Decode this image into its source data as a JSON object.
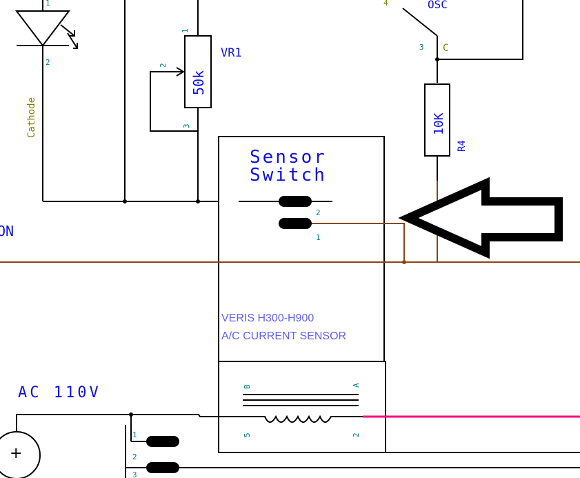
{
  "labels": {
    "pot_ref": "VR1",
    "pot_value": "50k",
    "resistor_ref": "R4",
    "resistor_value": "10K",
    "sensor_line1": "Sensor",
    "sensor_line2": "Switch",
    "sensor_model_line1": "VERIS H300-H900",
    "sensor_model_line2": "A/C CURRENT SENSOR",
    "supply_label": "AC 110V",
    "cathode_label": "Cathode",
    "edge_label": "ON",
    "osc_label": "OSC",
    "osc_pin": "C",
    "source_sign": "+"
  },
  "pins": {
    "led_top": "1",
    "led_bottom": "2",
    "pot_1": "1",
    "pot_2": "2",
    "pot_3": "3",
    "switch_2": "2",
    "switch_1": "1",
    "coil_b": "B",
    "coil_a": "A",
    "coil_5": "5",
    "coil_2": "2",
    "osc_pin_num": "3",
    "osc_top": "4",
    "relay_1": "1",
    "relay_2": "2",
    "relay_3": "3"
  },
  "colors": {
    "wire": "#000000",
    "signal_wire": "#8b4513",
    "load_wire": "#ff0080",
    "component_text": "#1010e0",
    "pin_text": "#008080",
    "cathode_text": "#808000"
  }
}
